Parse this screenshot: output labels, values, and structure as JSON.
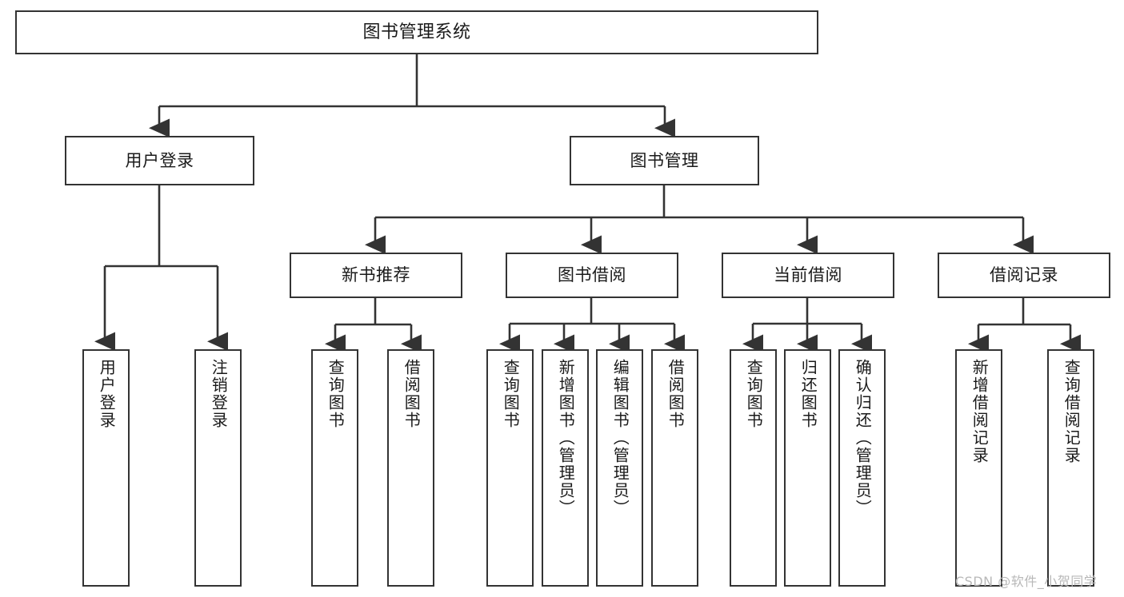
{
  "diagram": {
    "title": "图书管理系统",
    "type": "hierarchy-tree",
    "watermark": "CSDN @软件_小贺同学",
    "line_color": "#333333",
    "box_fill": "#ffffff",
    "text_color": "#1a1a1a"
  },
  "nodes": {
    "root": {
      "label": "图书管理系统"
    },
    "level2": [
      {
        "label": "用户登录"
      },
      {
        "label": "图书管理"
      }
    ],
    "level3": [
      {
        "label": "新书推荐"
      },
      {
        "label": "图书借阅"
      },
      {
        "label": "当前借阅"
      },
      {
        "label": "借阅记录"
      }
    ],
    "leaves": {
      "user_login": [
        {
          "label": "用户登录"
        },
        {
          "label": "注销登录"
        }
      ],
      "new_book": [
        {
          "label": "查询图书"
        },
        {
          "label": "借阅图书"
        }
      ],
      "book_borrow": [
        {
          "label": "查询图书"
        },
        {
          "label": "新增图书（管理员）"
        },
        {
          "label": "编辑图书（管理员）"
        },
        {
          "label": "借阅图书"
        }
      ],
      "current_borrow": [
        {
          "label": "查询图书"
        },
        {
          "label": "归还图书"
        },
        {
          "label": "确认归还（管理员）"
        }
      ],
      "borrow_record": [
        {
          "label": "新增借阅记录"
        },
        {
          "label": "查询借阅记录"
        }
      ]
    }
  }
}
